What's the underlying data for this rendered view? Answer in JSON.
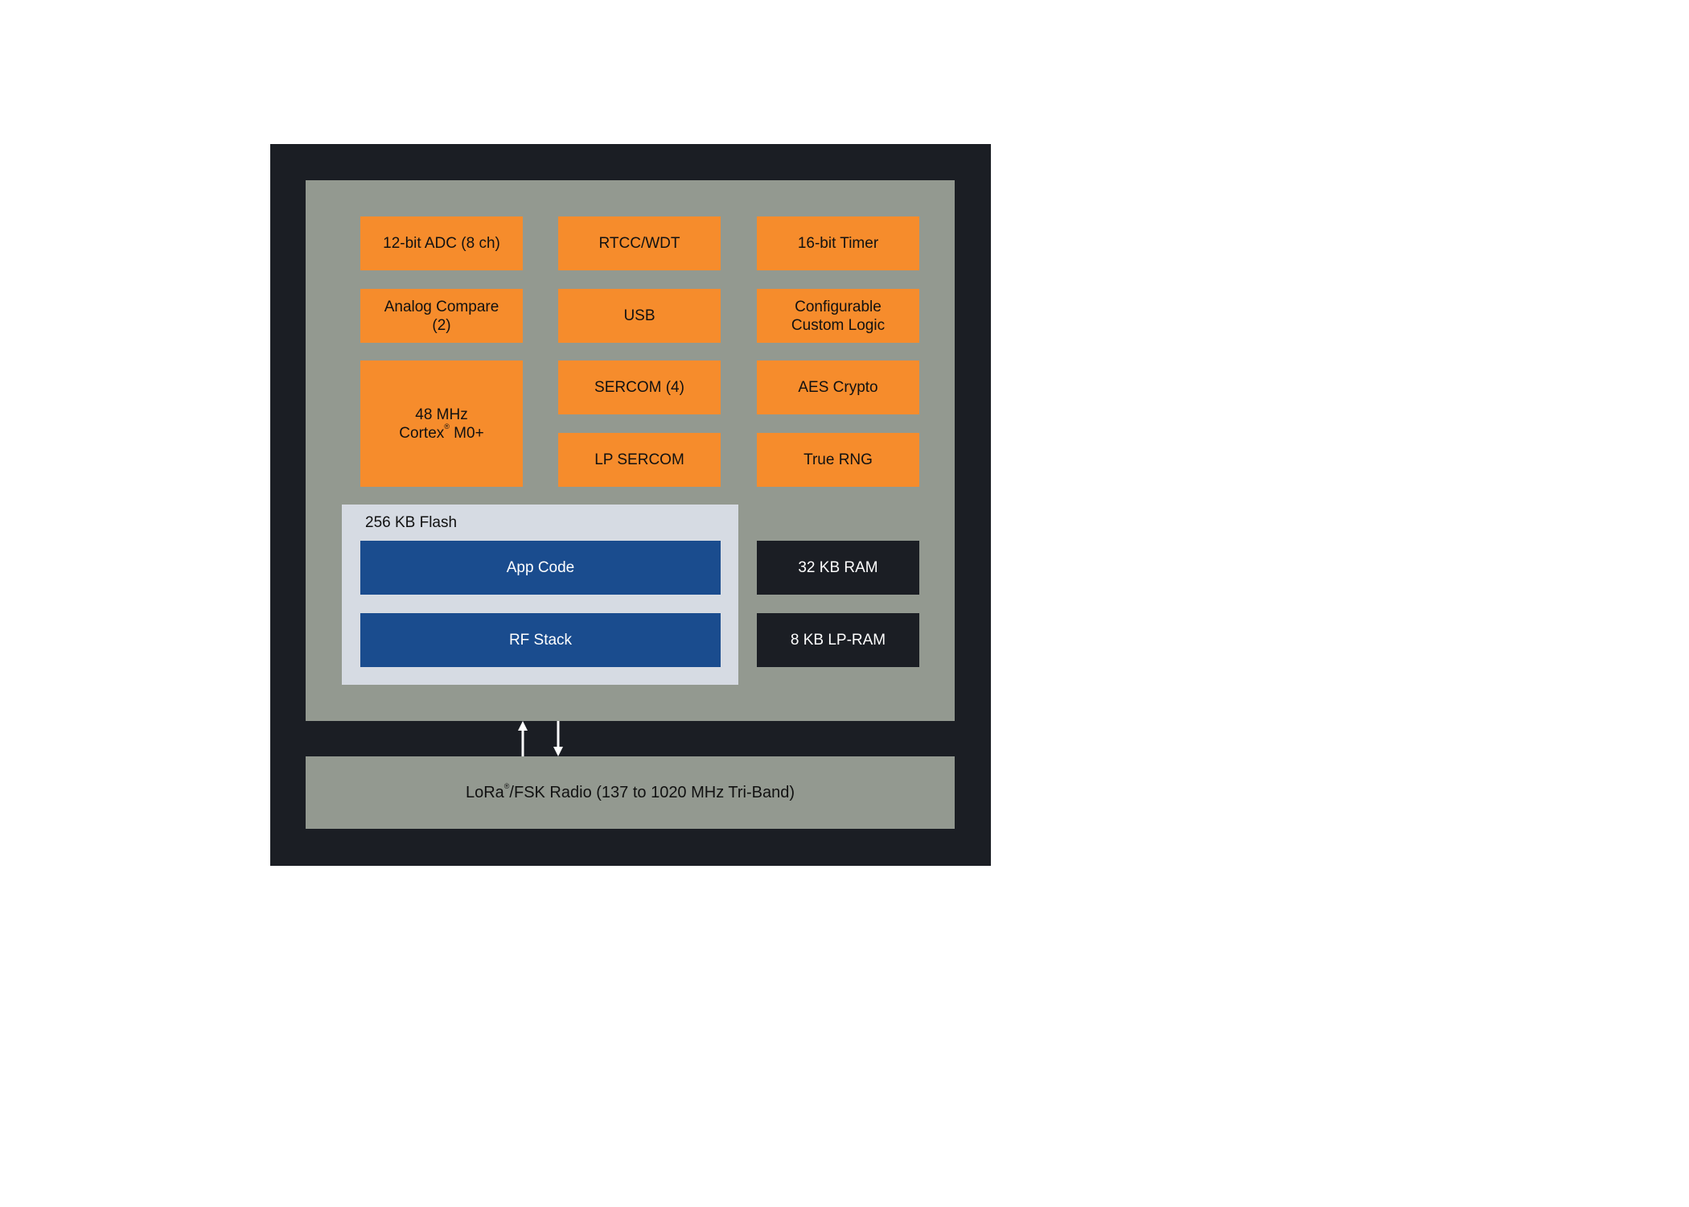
{
  "colors": {
    "outer": "#1b1e24",
    "core": "#939990",
    "peripheral": "#f68c2c",
    "flash": "#d6dbe3",
    "memory_blue": "#1a4c8e",
    "ram": "#1b1e24",
    "radio": "#939990",
    "arrow": "#ffffff"
  },
  "peripherals": {
    "adc": "12-bit ADC (8 ch)",
    "rtcc": "RTCC/WDT",
    "timer": "16-bit Timer",
    "analog_compare": "Analog Compare\n(2)",
    "usb": "USB",
    "ccl": "Configurable\nCustom Logic",
    "cpu_line1": "48 MHz",
    "cpu_line2_pre": "Cortex",
    "cpu_reg": "®",
    "cpu_line2_post": " M0+",
    "sercom": "SERCOM (4)",
    "aes": "AES Crypto",
    "lp_sercom": "LP SERCOM",
    "trng": "True RNG"
  },
  "flash": {
    "label": "256 KB Flash",
    "app_code": "App Code",
    "rf_stack": "RF Stack"
  },
  "memory": {
    "ram": "32 KB RAM",
    "lp_ram": "8 KB LP-RAM"
  },
  "radio": {
    "pre": "LoRa",
    "reg": "®",
    "post": "/FSK Radio (137 to 1020 MHz Tri-Band)"
  }
}
